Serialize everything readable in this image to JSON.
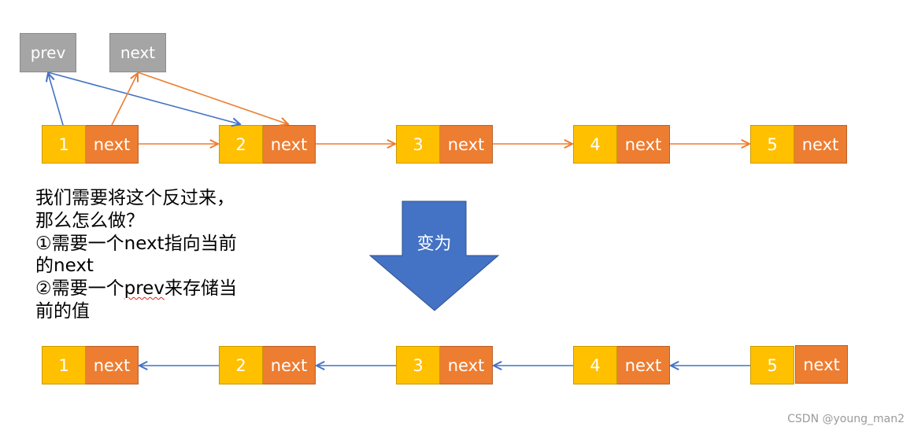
{
  "pointers": {
    "prev_label": "prev",
    "next_label": "next"
  },
  "top_row": [
    {
      "value": "1",
      "next": "next"
    },
    {
      "value": "2",
      "next": "next"
    },
    {
      "value": "3",
      "next": "next"
    },
    {
      "value": "4",
      "next": "next"
    },
    {
      "value": "5",
      "next": "next"
    }
  ],
  "bottom_row": [
    {
      "value": "1",
      "next": "next"
    },
    {
      "value": "2",
      "next": "next"
    },
    {
      "value": "3",
      "next": "next"
    },
    {
      "value": "4",
      "next": "next"
    },
    {
      "value": "5",
      "next": "next"
    }
  ],
  "explanation": {
    "line1": "我们需要将这个反过来，",
    "line2": "那么怎么做？",
    "line3": "①需要一个next指向当前",
    "line4": "的next",
    "line5_a": "②需要一个",
    "line5_b": "prev",
    "line5_c": "来存储当",
    "line6": "前的值"
  },
  "transform_arrow_label": "变为",
  "watermark": "CSDN @young_man2",
  "colors": {
    "value_fill": "#FFC000",
    "next_fill": "#ED7D31",
    "pointer_fill": "#A5A5A5",
    "forward_arrow": "#ED7D31",
    "reverse_arrow": "#4472C4",
    "big_arrow": "#4472C4"
  }
}
